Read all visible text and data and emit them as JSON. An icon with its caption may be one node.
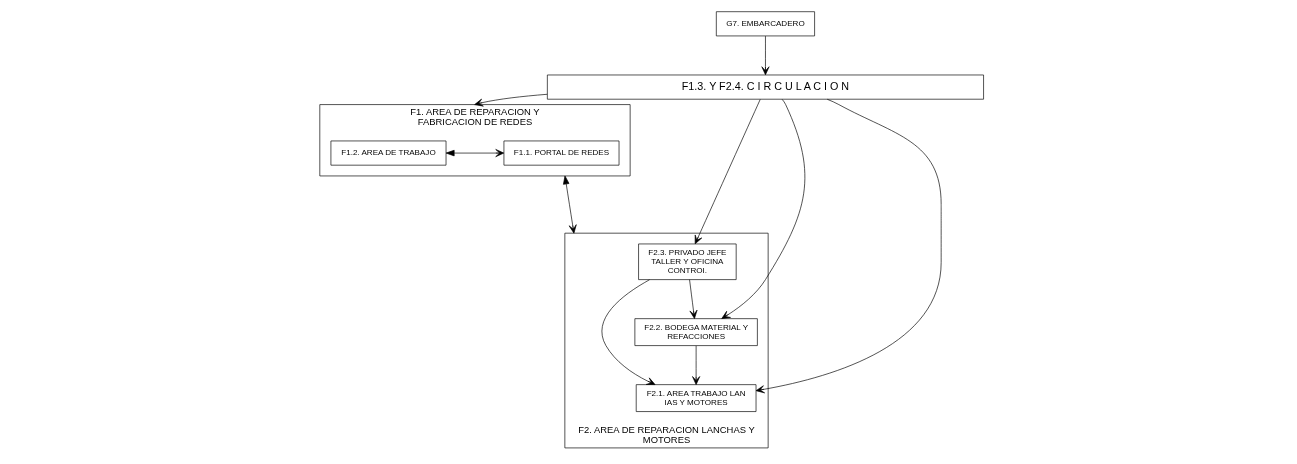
{
  "diagram": {
    "nodes": [
      {
        "text": [
          "G7. EMBARCADERO"
        ]
      },
      {
        "text": [
          "F1.3. Y F2.4. C I R C U L A C I O N"
        ]
      },
      {
        "text": [
          "F1. AREA DE REPARACION Y FABRICACION DE REDES"
        ]
      },
      {
        "text": [
          "F1.2. AREA DE TRABAJO"
        ],
        "in": 2
      },
      {
        "text": [
          "F1.1. PORTAL DE REDES"
        ],
        "in": 2
      },
      {
        "text": [
          "F2. AREA DE REPARACION LANCHAS Y MOTORES"
        ]
      },
      {
        "text": [
          "F2.3. PRIVADO JEFE TALLER Y OFICINA CONTROI."
        ],
        "in": 5
      },
      {
        "text": [
          "F2.1. AREA TRABAJO LAN IAS Y MOTORES"
        ],
        "in": 5
      },
      {
        "text": [
          "F2.2. BODEGA MATERIAL Y REFACCIONES"
        ],
        "in": 5
      }
    ],
    "edges": [
      {
        "from": 0,
        "to": 1,
        "arrow": "to"
      },
      {
        "from": 1,
        "to": 2,
        "arrow": "to"
      },
      {
        "from": 1,
        "to": 6,
        "arrow": "to"
      },
      {
        "from": 1,
        "to": 8,
        "arrow": "to"
      },
      {
        "from": 1,
        "to": 7,
        "arrow": "to"
      },
      {
        "from": 6,
        "to": 7,
        "arrow": "to"
      },
      {
        "from": 6,
        "to": 8,
        "arrow": "to"
      },
      {
        "from": 8,
        "to": 7,
        "arrow": "to"
      },
      {
        "from": 3,
        "to": 4,
        "arrow": "both"
      },
      {
        "from": 2,
        "to": 5,
        "arrow": "both"
      }
    ]
  }
}
